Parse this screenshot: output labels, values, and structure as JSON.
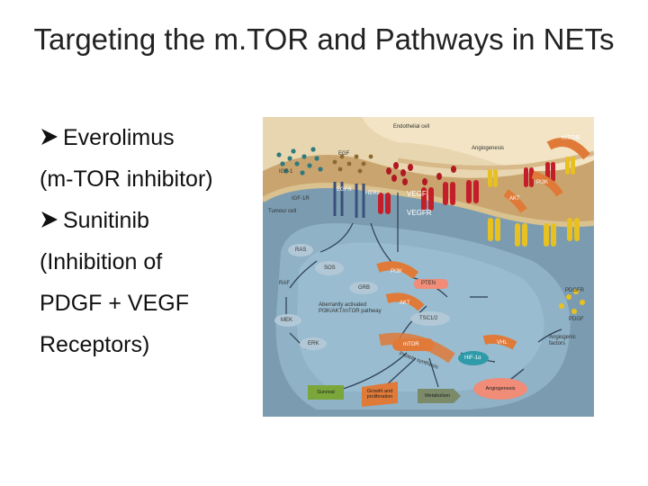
{
  "slide": {
    "title": "Targeting the m.TOR and Pathways in NETs",
    "bullets": [
      {
        "marker": true,
        "text": "Everolimus"
      },
      {
        "marker": false,
        "text": "(m-TOR inhibitor)"
      },
      {
        "marker": true,
        "text": "Sunitinib"
      },
      {
        "marker": false,
        "text": "(Inhibition of"
      },
      {
        "marker": false,
        "text": "PDGF + VEGF"
      },
      {
        "marker": false,
        "text": "Receptors)"
      }
    ]
  },
  "diagram": {
    "endothelial_cell": "Endothelial cell",
    "angiogenesis_top": "Angiogenesis",
    "mtor_top": "mTOR",
    "pi3k_right": "PI3K",
    "akt_right": "AKT",
    "egf": "EGF",
    "igf1": "IGF-1",
    "igf1r": "IGF-1R",
    "egfr": "EGFR",
    "her2": "HER2",
    "vegf": "VEGF",
    "vegfr": "VEGFR",
    "tumour_cell": "Tumour cell",
    "ras": "RAS",
    "sos": "SOS",
    "raf": "RAF",
    "grb": "GRB",
    "pi3k": "PI3K",
    "pten": "PTEN",
    "pdgfr": "PDGFR",
    "pdgf": "PDGF",
    "akt": "AKT",
    "tsc": "TSC1/2",
    "aberrant": "Aberrantly activated PI3K/AKT/mTOR pathway",
    "mek": "MEK",
    "erk": "ERK",
    "mtor": "mTOR",
    "vhl": "VHL",
    "angiogenic_factors": "Angiogenic factors",
    "protein_synthesis": "Protein synthesis",
    "hif": "HIF-1α",
    "survival": "Survival",
    "growth": "Growth and proliferation",
    "metabolism": "Metabolism",
    "angiogenesis_bottom": "Angiogenesis"
  },
  "colors": {
    "background_outer": "#c9a46e",
    "nucleus": "#8fb2c7",
    "receptor_red": "#c41e2a",
    "receptor_yellow": "#e8c020",
    "box_green": "#7aa63a",
    "box_orange": "#e07a38",
    "box_salmon": "#f08c78"
  }
}
